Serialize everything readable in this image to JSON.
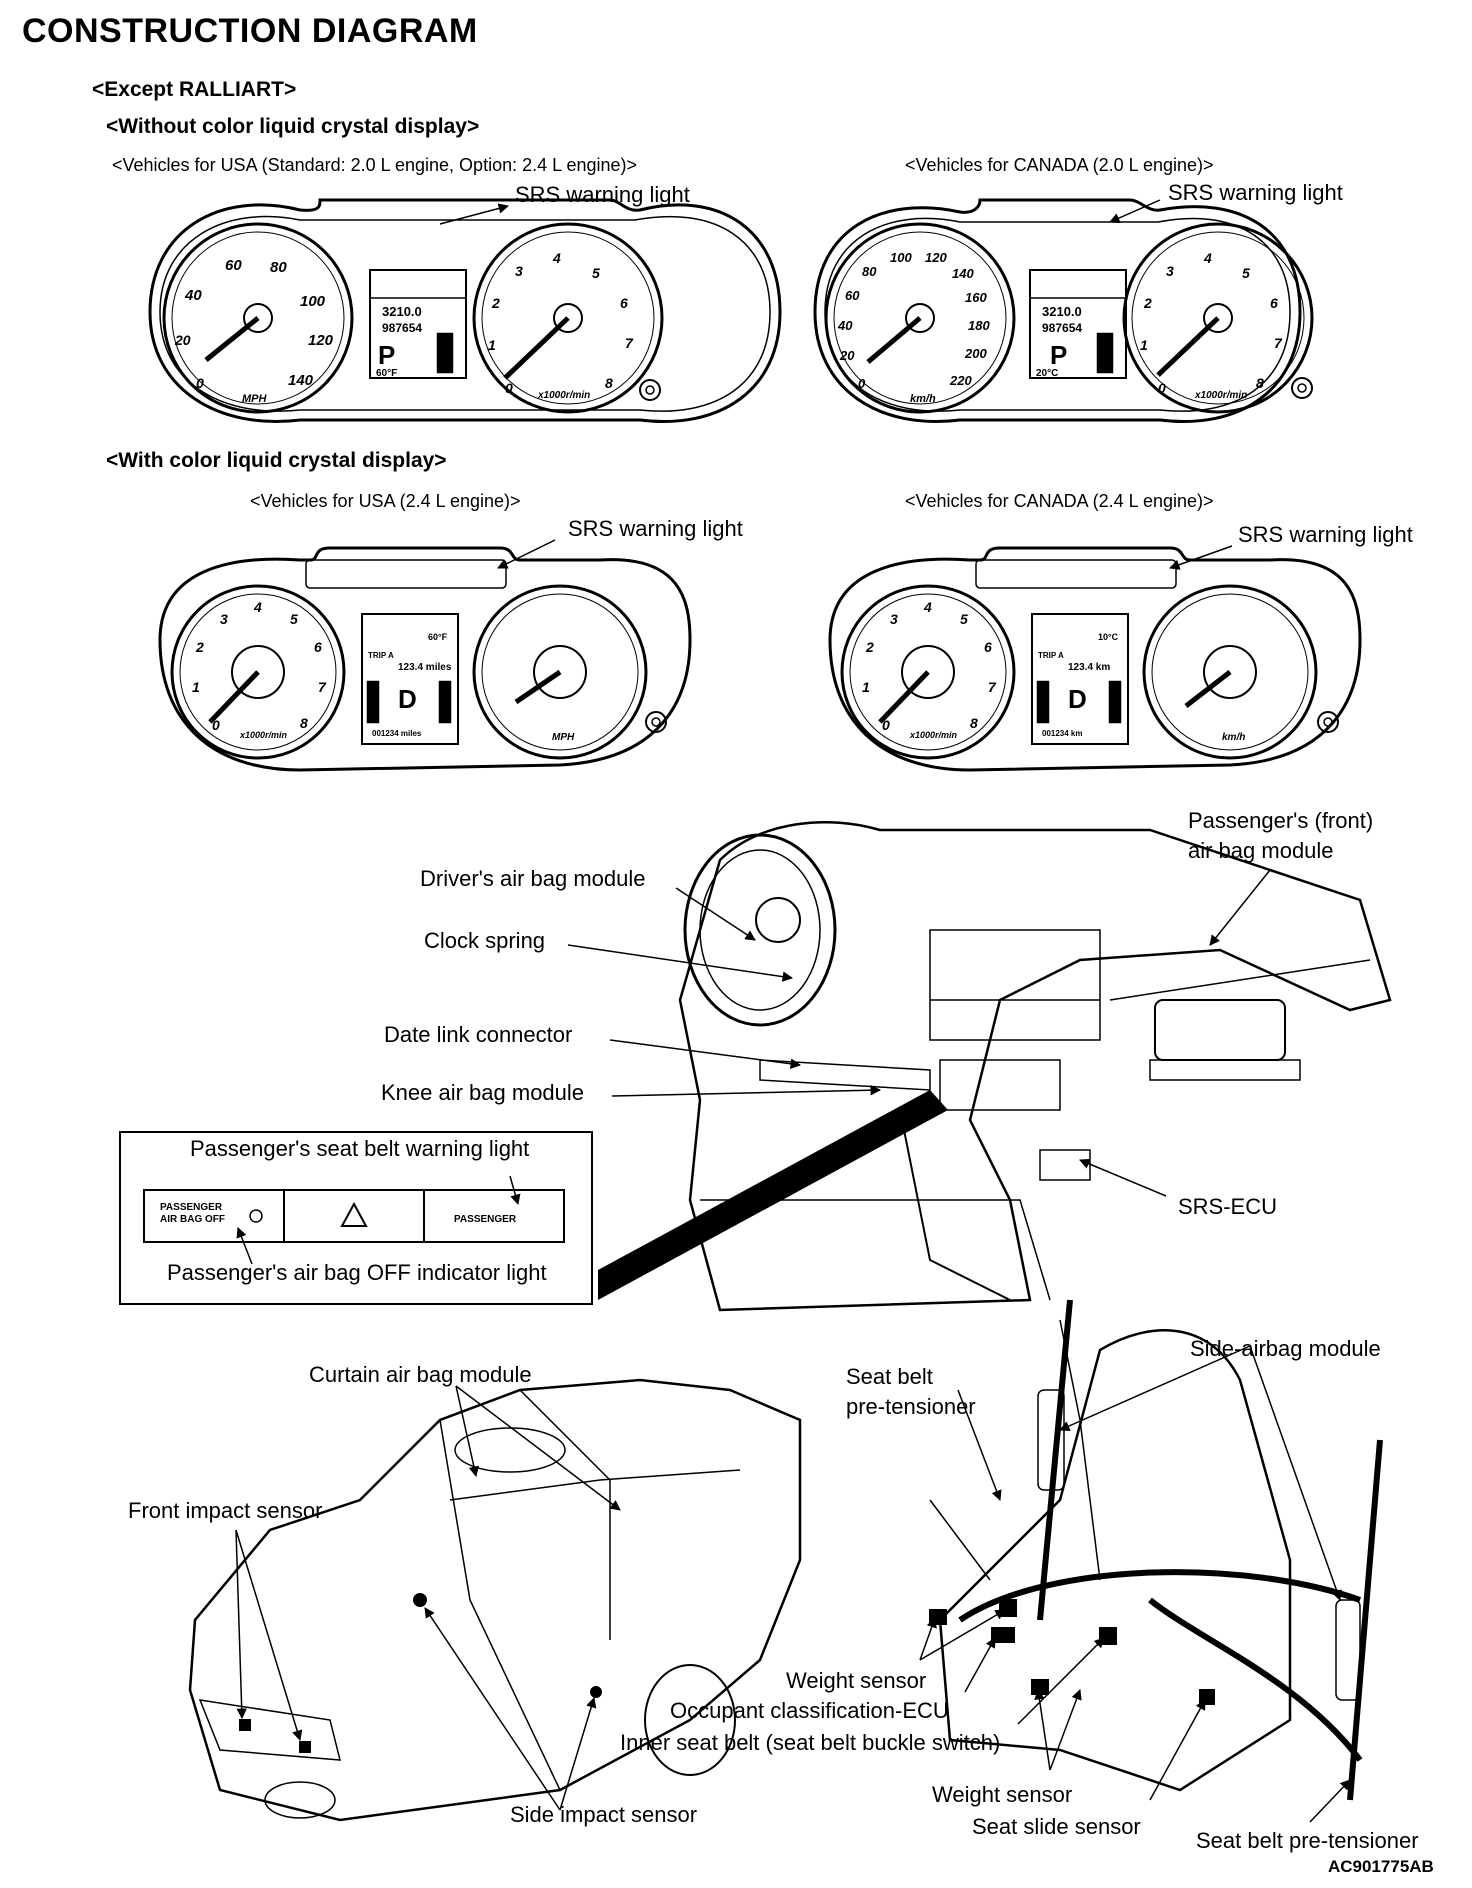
{
  "page": {
    "title": "CONSTRUCTION DIAGRAM",
    "section_except": "<Except RALLIART>",
    "section_without": "<Without color liquid crystal display>",
    "section_with": "<With color liquid crystal display>",
    "figure_code": "AC901775AB"
  },
  "clusters": {
    "usa_mono_caption": "<Vehicles for USA (Standard: 2.0 L engine, Option: 2.4 L engine)>",
    "canada_mono_caption": "<Vehicles for CANADA (2.0 L engine)>",
    "usa_color_caption": "<Vehicles for USA (2.4 L engine)>",
    "canada_color_caption": "<Vehicles for CANADA (2.4 L engine)>",
    "srs_warning_light": "SRS warning light",
    "usa_mono": {
      "odo": "3210.0",
      "trip": "987654",
      "gear": "P",
      "temp": "60°F",
      "speed_unit": "MPH",
      "tacho_unit": "x1000r/min",
      "speed_ticks": [
        "0",
        "20",
        "40",
        "60",
        "80",
        "100",
        "120",
        "140"
      ]
    },
    "canada_mono": {
      "odo": "3210.0",
      "trip": "987654",
      "gear": "P",
      "temp": "20°C",
      "speed_unit": "km/h",
      "tacho_unit": "x1000r/min",
      "speed_ticks": [
        "0",
        "20",
        "40",
        "60",
        "80",
        "100",
        "120",
        "140",
        "160",
        "180",
        "200",
        "220"
      ]
    },
    "usa_color": {
      "trip_label": "TRIP A",
      "trip": "123.4 miles",
      "gear": "D",
      "odo": "001234 miles",
      "temp": "60°F",
      "speed_unit": "MPH",
      "tacho_unit": "x1000r/min"
    },
    "canada_color": {
      "trip_label": "TRIP A",
      "trip": "123.4 km",
      "gear": "D",
      "odo": "001234 km",
      "temp": "10°C",
      "speed_unit": "km/h",
      "tacho_unit": "x1000r/min"
    },
    "tacho_ticks": [
      "0",
      "1",
      "2",
      "3",
      "4",
      "5",
      "6",
      "7",
      "8"
    ]
  },
  "dashboard": {
    "drivers_airbag": "Driver's air bag module",
    "clock_spring": "Clock spring",
    "data_link_connector": "Date link connector",
    "knee_airbag": "Knee air bag module",
    "passenger_front_airbag_l1": "Passenger's (front)",
    "passenger_front_airbag_l2": "air bag module",
    "srs_ecu": "SRS-ECU",
    "inset_belt_warning": "Passenger's seat belt warning light",
    "inset_airbag_off": "Passenger's air bag OFF indicator light",
    "inset_left_text_l1": "PASSENGER",
    "inset_left_text_l2": "AIR BAG OFF",
    "inset_right_text": "PASSENGER"
  },
  "vehicle": {
    "curtain_airbag": "Curtain air bag module",
    "front_impact_sensor": "Front impact sensor",
    "side_impact_sensor": "Side impact sensor"
  },
  "seat": {
    "seat_belt_pretensioner_l1": "Seat belt",
    "seat_belt_pretensioner_l2": "pre-tensioner",
    "side_airbag": "Side-airbag module",
    "weight_sensor_1": "Weight sensor",
    "occupant_ecu": "Occupant classification-ECU",
    "inner_belt": "Inner seat belt (seat belt buckle switch)",
    "weight_sensor_2": "Weight sensor",
    "seat_slide_sensor": "Seat slide sensor",
    "seat_belt_pretensioner_2": "Seat belt pre-tensioner"
  }
}
